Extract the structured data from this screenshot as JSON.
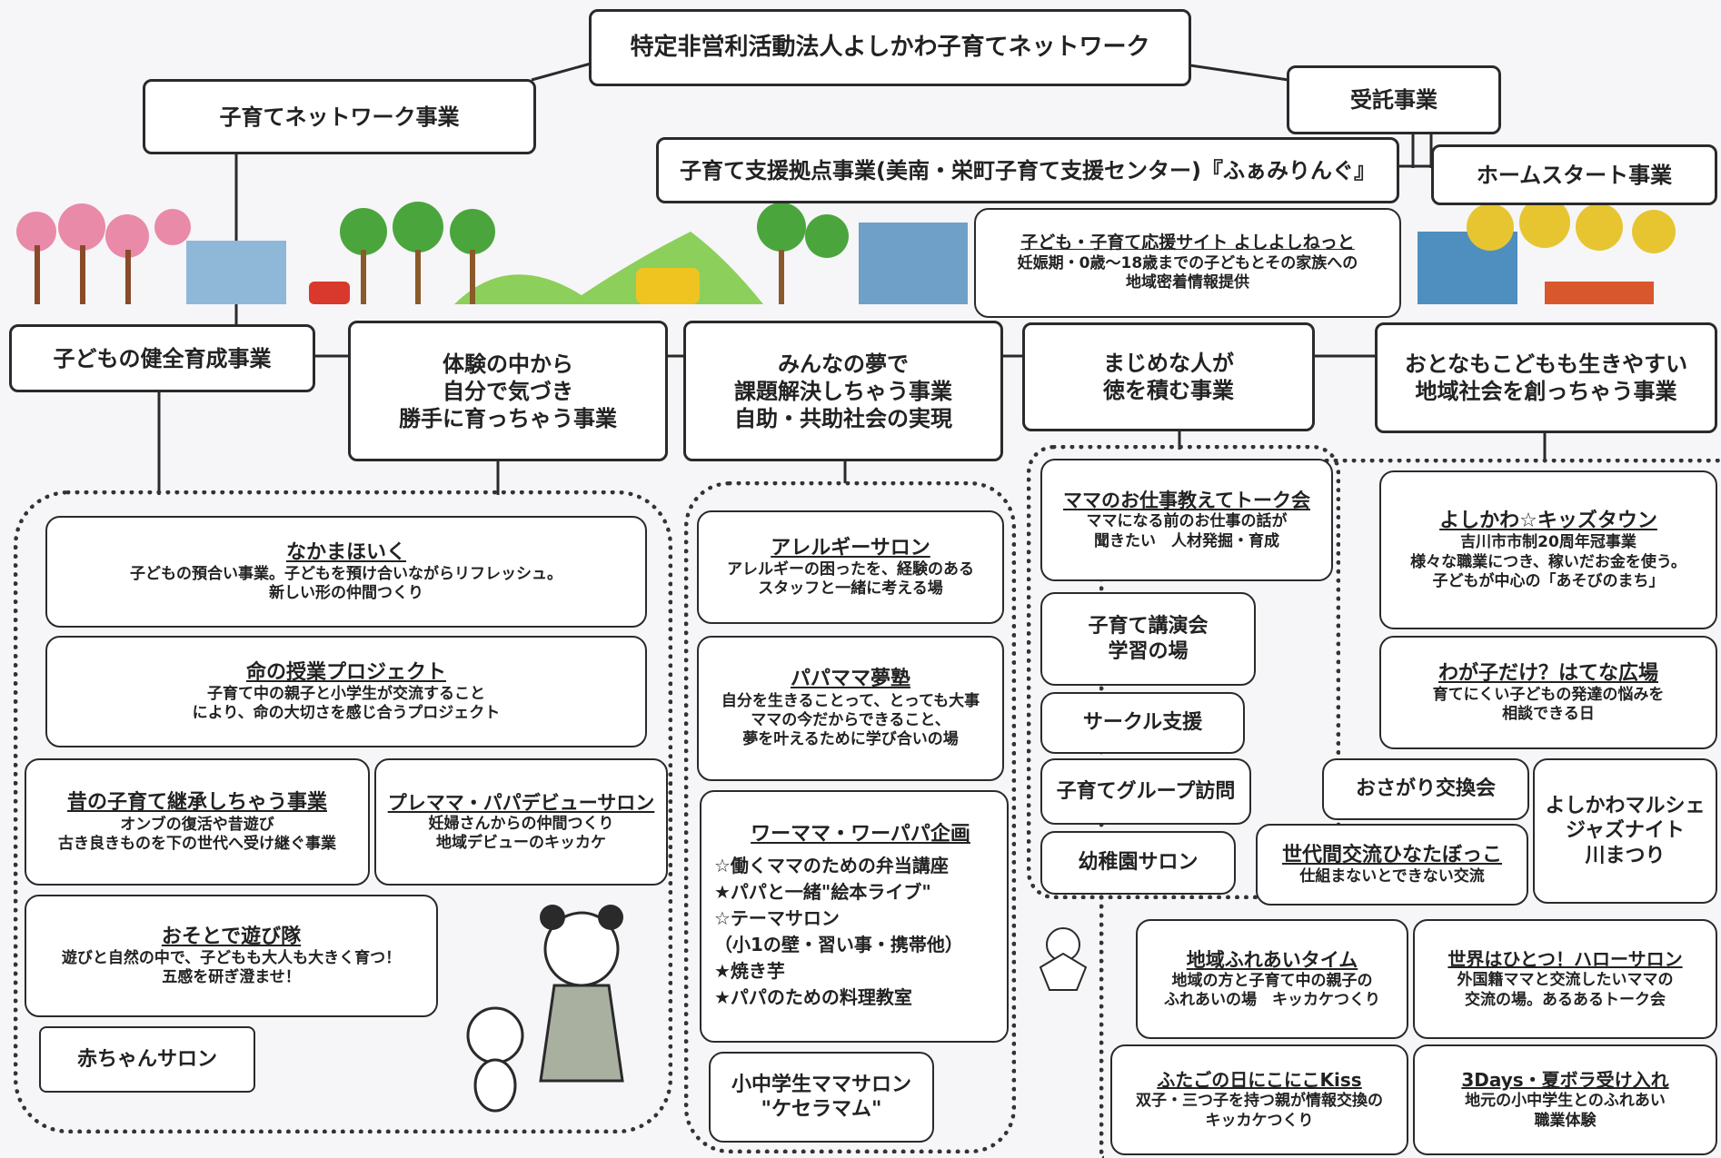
{
  "colors": {
    "border": "#2a2a2a",
    "background": "#f6f5f8",
    "tree_green": "#4aa63c",
    "blossom_pink": "#e88aa8",
    "ginkgo_yellow": "#e6c531"
  },
  "header": {
    "org_name": "特定非営利活動法人よしかわ子育てネットワーク",
    "network_business": "子育てネットワーク事業",
    "contract_business": "受託事業",
    "center": "子育て支援拠点事業(美南・栄町子育て支援センター)『ふぁみりんぐ』",
    "homestart": "ホームスタート事業",
    "site": {
      "title": "子ども・子育て応援サイト よしよしねっと",
      "desc": "妊娠期・0歳～18歳までの子どもとその家族への\n地域密着情報提供"
    }
  },
  "categories": {
    "c0": "子どもの健全育成事業",
    "c1": [
      "体験の中から",
      "自分で気づき",
      "勝手に育っちゃう事業"
    ],
    "c2": [
      "みんなの夢で",
      "課題解決しちゃう事業",
      "自助・共助社会の実現"
    ],
    "c3": [
      "まじめな人が",
      "徳を積む事業"
    ],
    "c4": [
      "おとなもこどもも生きやすい",
      "地域社会を創っちゃう事業"
    ]
  },
  "left": {
    "nakama": {
      "title": "なかまほいく",
      "desc": "子どもの預合い事業。子どもを預け合いながらリフレッシュ。\n新しい形の仲間つくり"
    },
    "inochi": {
      "title": "命の授業プロジェクト",
      "desc": "子育て中の親子と小学生が交流すること\nにより、命の大切さを感じ合うプロジェクト"
    },
    "mukashi": {
      "title": "昔の子育て継承しちゃう事業",
      "desc": "オンブの復活や昔遊び\n古き良きものを下の世代へ受け継ぐ事業"
    },
    "premama": {
      "title": "プレママ・パパデビューサロン",
      "desc": "妊婦さんからの仲間つくり\n地域デビューのキッカケ"
    },
    "osoto": {
      "title": "おそとで遊び隊",
      "desc": "遊びと自然の中で、子どもも大人も大きく育つ！\n五感を研ぎ澄ませ！"
    },
    "akachan": "赤ちゃんサロン"
  },
  "mid": {
    "allergy": {
      "title": "アレルギーサロン",
      "desc": "アレルギーの困ったを、経験のある\nスタッフと一緒に考える場"
    },
    "papamama": {
      "title": "パパママ夢塾",
      "desc": "自分を生きることって、とっても大事\nママの今だからできること、\n夢を叶えるために学び合いの場"
    },
    "wm": {
      "title": "ワーママ・ワーパパ企画",
      "items": [
        "☆働くママのための弁当講座",
        "★パパと一緒\"絵本ライブ\"",
        "☆テーマサロン",
        "（小1の壁・習い事・携帯他）",
        "★焼き芋",
        "★パパのための料理教室"
      ]
    },
    "chuugaku": "小中学生ママサロン\n\"ケセラマム\""
  },
  "c3items": {
    "mama_work": {
      "title": "ママのお仕事教えてトーク会",
      "desc": "ママになる前のお仕事の話が\n聞きたい　人材発掘・育成"
    },
    "kouen": "子育て講演会\n学習の場",
    "circle": "サークル支援",
    "group": "子育てグループ訪問",
    "youchien": "幼稚園サロン"
  },
  "right": {
    "kids": {
      "title": "よしかわ☆キッズタウン",
      "desc": "吉川市市制20周年冠事業\n様々な職業につき、稼いだお金を使う。\n子どもが中心の「あそびのまち」"
    },
    "wagako": {
      "title": "わが子だけ？はてな広場",
      "desc": "育てにくい子どもの発達の悩みを\n相談できる日"
    },
    "osagari": "おさがり交換会",
    "marche": "よしかわマルシェ\nジャズナイト\n川まつり",
    "sedai": {
      "title": "世代間交流ひなたぼっこ",
      "desc": "仕組まないとできない交流"
    },
    "chiiki": {
      "title": "地域ふれあいタイム",
      "desc": "地域の方と子育て中の親子の\nふれあいの場　キッカケつくり"
    },
    "sekai": {
      "title": "世界はひとつ！ハローサロン",
      "desc": "外国籍ママと交流したいママの\n交流の場。あるあるトーク会"
    },
    "futago": {
      "title": "ふたごの日にこにこKiss",
      "desc": "双子・三つ子を持つ親が情報交換の\nキッカケつくり"
    },
    "days3": {
      "title": "3Days・夏ボラ受け入れ",
      "desc": "地元の小中学生とのふれあい\n職業体験"
    }
  }
}
